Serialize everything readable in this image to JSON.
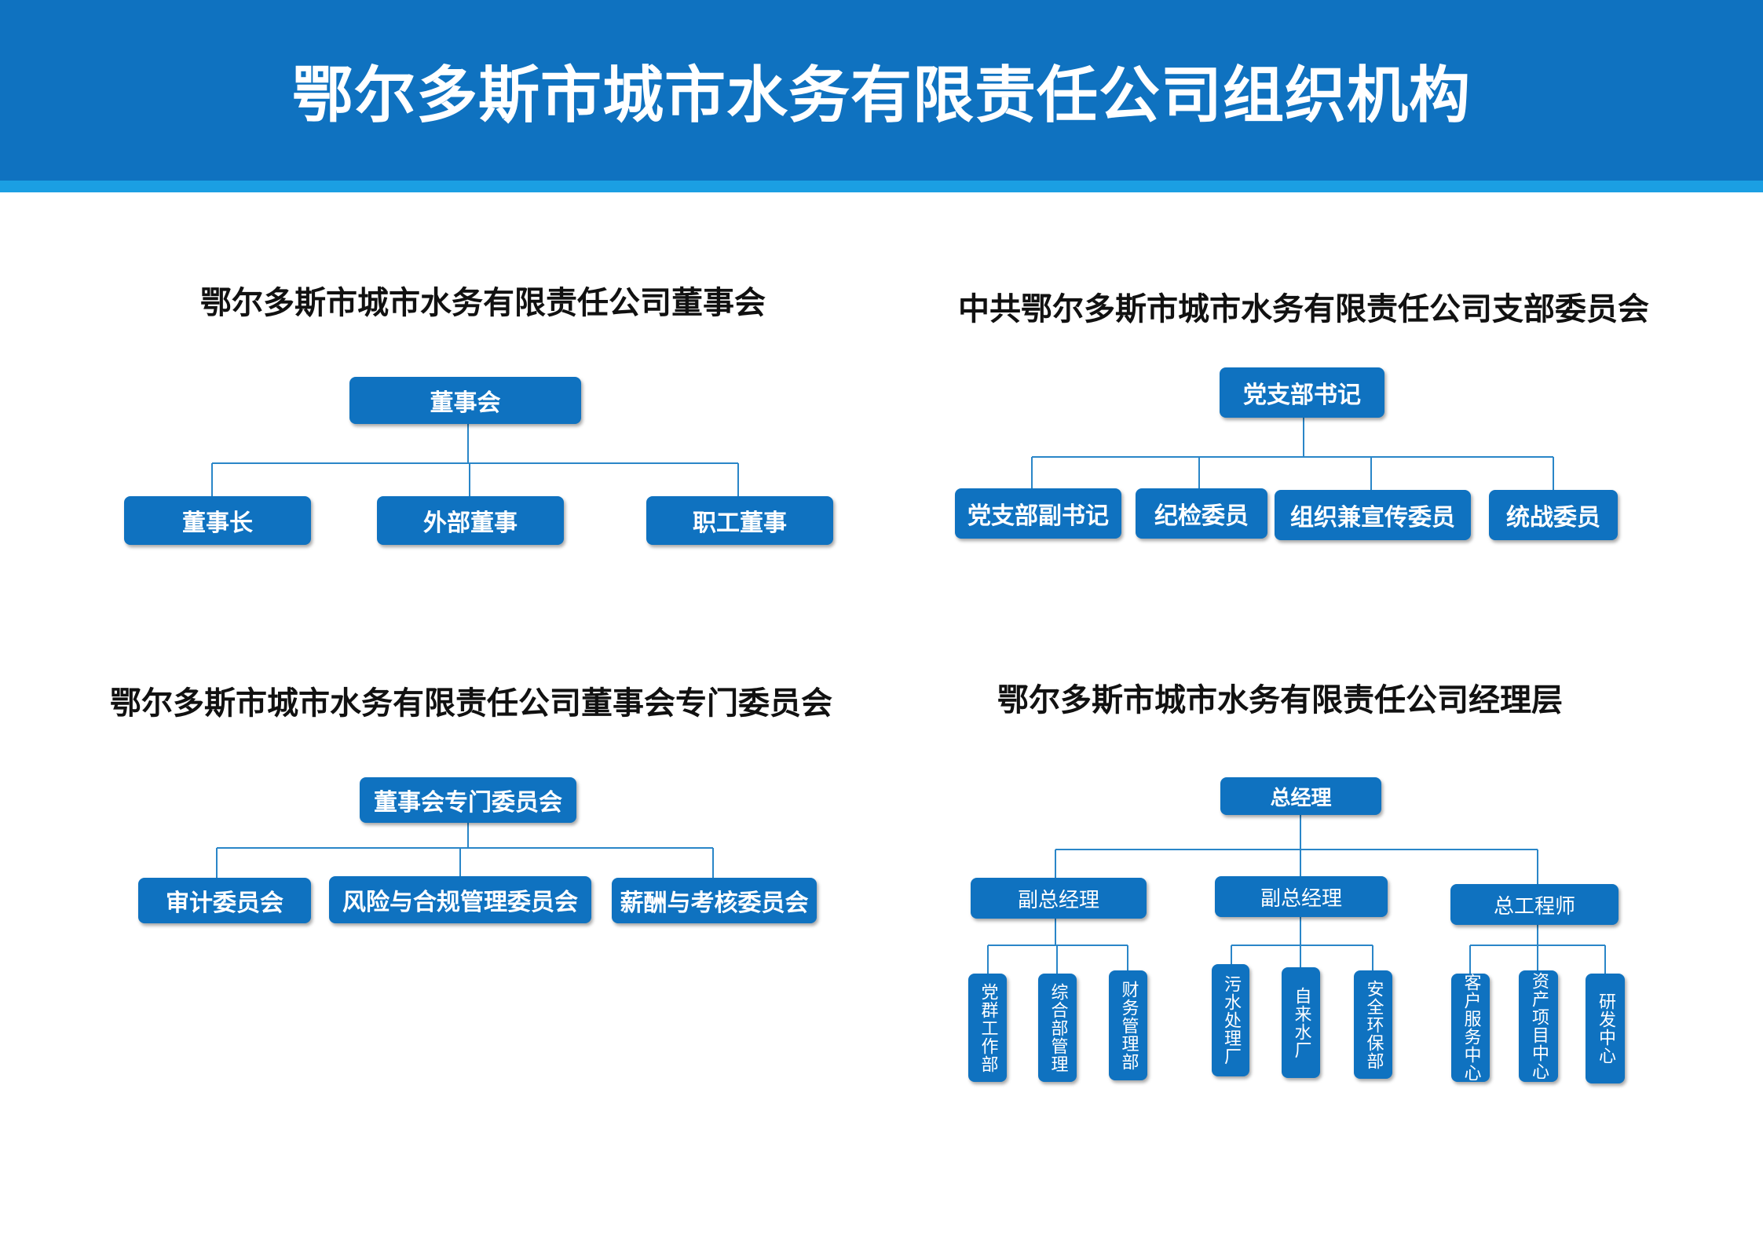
{
  "header": {
    "title": "鄂尔多斯市城市水务有限责任公司组织机构"
  },
  "board": {
    "title": "鄂尔多斯市城市水务有限责任公司董事会",
    "root": "董事会",
    "children": [
      "董事长",
      "外部董事",
      "职工董事"
    ]
  },
  "party": {
    "title": "中共鄂尔多斯市城市水务有限责任公司支部委员会",
    "root": "党支部书记",
    "children": [
      "党支部副书记",
      "纪检委员",
      "组织兼宣传委员",
      "统战委员"
    ]
  },
  "committees": {
    "title": "鄂尔多斯市城市水务有限责任公司董事会专门委员会",
    "root": "董事会专门委员会",
    "children": [
      "审计委员会",
      "风险与合规管理委员会",
      "薪酬与考核委员会"
    ]
  },
  "management": {
    "title": "鄂尔多斯市城市水务有限责任公司经理层",
    "root": "总经理",
    "groups": [
      {
        "label": "副总经理",
        "children": [
          "党群工作部",
          "综合部管理",
          "财务管理部"
        ]
      },
      {
        "label": "副总经理",
        "children": [
          "污水处理厂",
          "自来水厂",
          "安全环保部"
        ]
      },
      {
        "label": "总工程师",
        "children": [
          "客户服务中心",
          "资产项目中心",
          "研发中心"
        ]
      }
    ]
  },
  "colors": {
    "node": "#0f72c0",
    "header": "#0f72c0",
    "stripe": "#1b9fe3",
    "line": "#2a86c8"
  }
}
